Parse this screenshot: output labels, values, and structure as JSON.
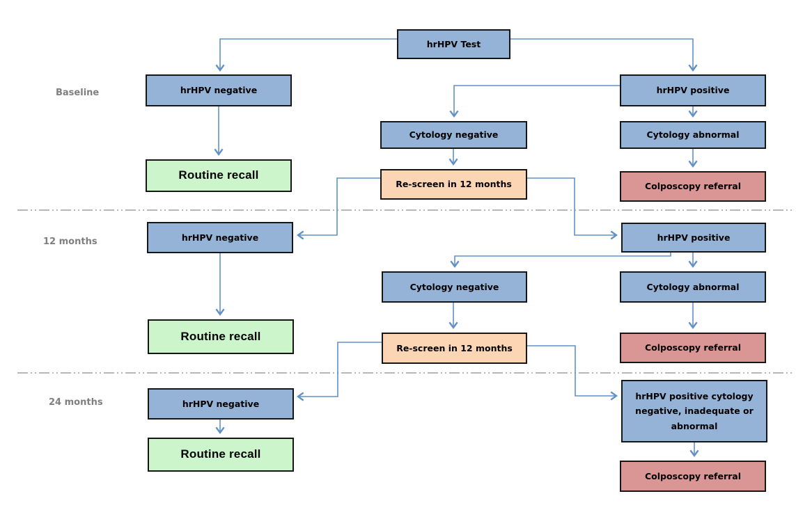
{
  "colors": {
    "box_blue": "#95b3d7",
    "box_green": "#ccf5cc",
    "box_peach": "#fcd5b4",
    "box_rose": "#d99694",
    "line": "#6190c7",
    "separator": "#8c8c8c",
    "label_text": "#7f7f7f",
    "border": "#161616"
  },
  "header": {
    "hrhpv_test": "hrHPV Test"
  },
  "rows": {
    "baseline": {
      "label": "Baseline",
      "hrhpv_negative": "hrHPV negative",
      "hrhpv_positive": "hrHPV positive",
      "cytology_negative": "Cytology negative",
      "cytology_abnormal": "Cytology abnormal",
      "routine_recall": "Routine recall",
      "rescreen_12_months": "Re-screen in 12 months",
      "colposcopy_referral": "Colposcopy referral"
    },
    "months12": {
      "label": "12 months",
      "hrhpv_negative": "hrHPV negative",
      "hrhpv_positive": "hrHPV positive",
      "cytology_negative": "Cytology negative",
      "cytology_abnormal": "Cytology abnormal",
      "routine_recall": "Routine recall",
      "rescreen_12_months": "Re-screen in 12 months",
      "colposcopy_referral": "Colposcopy referral"
    },
    "months24": {
      "label": "24 months",
      "hrhpv_negative": "hrHPV negative",
      "routine_recall": "Routine recall",
      "hrhpv_positive_cytology": "hrHPV positive cytology negative, inadequate or abnormal",
      "colposcopy_referral": "Colposcopy referral"
    }
  },
  "edges": [
    {
      "from": "hrhpv-test",
      "to": "baseline-hrhpv-negative"
    },
    {
      "from": "hrhpv-test",
      "to": "baseline-hrhpv-positive"
    },
    {
      "from": "baseline-hrhpv-negative",
      "to": "baseline-routine-recall"
    },
    {
      "from": "baseline-hrhpv-positive",
      "to": "baseline-cytology-negative"
    },
    {
      "from": "baseline-hrhpv-positive",
      "to": "baseline-cytology-abnormal"
    },
    {
      "from": "baseline-cytology-negative",
      "to": "baseline-rescreen-12-months"
    },
    {
      "from": "baseline-cytology-abnormal",
      "to": "baseline-colposcopy-referral"
    },
    {
      "from": "baseline-rescreen-12-months",
      "to": "12m-hrhpv-negative"
    },
    {
      "from": "baseline-rescreen-12-months",
      "to": "12m-hrhpv-positive"
    },
    {
      "from": "12m-hrhpv-negative",
      "to": "12m-routine-recall"
    },
    {
      "from": "12m-hrhpv-positive",
      "to": "12m-cytology-negative"
    },
    {
      "from": "12m-hrhpv-positive",
      "to": "12m-cytology-abnormal"
    },
    {
      "from": "12m-cytology-negative",
      "to": "12m-rescreen-12-months"
    },
    {
      "from": "12m-cytology-abnormal",
      "to": "12m-colposcopy-referral"
    },
    {
      "from": "12m-rescreen-12-months",
      "to": "24m-hrhpv-negative"
    },
    {
      "from": "12m-rescreen-12-months",
      "to": "24m-hrhpv-positive-cytology"
    },
    {
      "from": "24m-hrhpv-negative",
      "to": "24m-routine-recall"
    },
    {
      "from": "24m-hrhpv-positive-cytology",
      "to": "24m-colposcopy-referral"
    }
  ]
}
